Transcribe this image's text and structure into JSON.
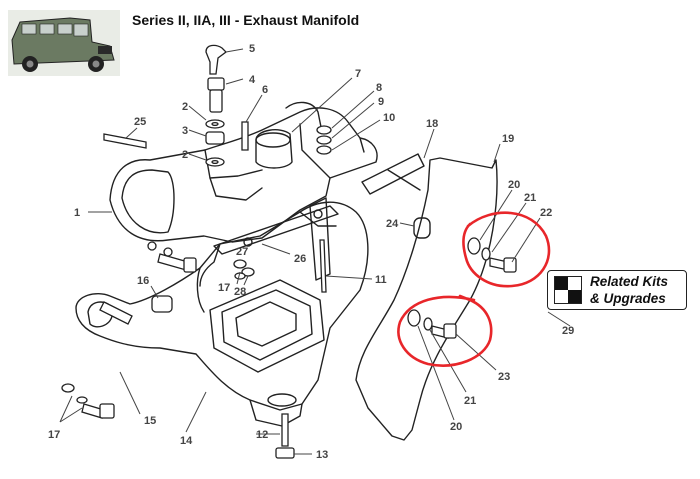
{
  "title": "Series II, IIA, III - Exhaust Manifold",
  "related": {
    "line1": "Related Kits",
    "line2": "& Upgrades"
  },
  "callouts": {
    "c1": "1",
    "c2a": "2",
    "c2b": "2",
    "c3": "3",
    "c4": "4",
    "c5": "5",
    "c6": "6",
    "c7": "7",
    "c8": "8",
    "c9": "9",
    "c10": "10",
    "c11": "11",
    "c12": "12",
    "c13": "13",
    "c14": "14",
    "c15": "15",
    "c16": "16",
    "c17a": "17",
    "c17b": "17",
    "c18": "18",
    "c19": "19",
    "c20a": "20",
    "c20b": "20",
    "c21a": "21",
    "c21b": "21",
    "c22": "22",
    "c23": "23",
    "c24": "24",
    "c25": "25",
    "c26": "26",
    "c27": "27",
    "c28": "28",
    "c29": "29"
  },
  "colors": {
    "line": "#222222",
    "callout": "#444444",
    "highlight": "#e8262a",
    "vehicle": "#4a5a4a"
  }
}
